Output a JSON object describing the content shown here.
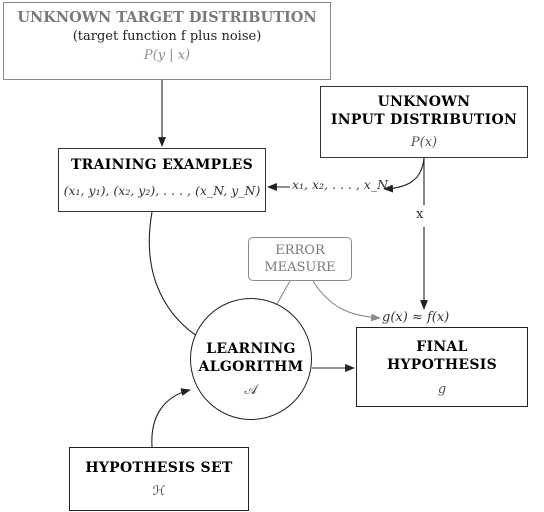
{
  "target_distribution": {
    "title": "UNKNOWN TARGET DISTRIBUTION",
    "subtitle": "(target function f plus noise)",
    "formula": "P(y | x)"
  },
  "input_distribution": {
    "title_line1": "UNKNOWN",
    "title_line2": "INPUT DISTRIBUTION",
    "formula": "P(x)"
  },
  "training_examples": {
    "title": "TRAINING EXAMPLES",
    "formula": "(x₁, y₁), (x₂, y₂), . . . , (x_N, y_N)"
  },
  "samples_label": "x₁, x₂, . . . , x_N",
  "x_label": "x",
  "error_measure": {
    "line1": "ERROR",
    "line2": "MEASURE"
  },
  "approx_label": "g(x) ≈ f(x)",
  "learning_algorithm": {
    "line1": "LEARNING",
    "line2": "ALGORITHM",
    "symbol": "𝒜"
  },
  "final_hypothesis": {
    "line1": "FINAL",
    "line2": "HYPOTHESIS",
    "symbol": "g"
  },
  "hypothesis_set": {
    "title": "HYPOTHESIS SET",
    "symbol": "ℋ"
  },
  "colors": {
    "dark": "#222222",
    "gray": "#8a8a8a"
  }
}
